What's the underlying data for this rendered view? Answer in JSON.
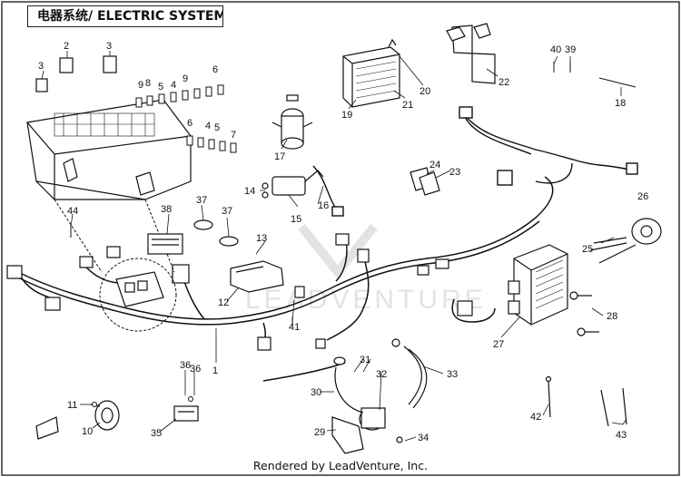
{
  "header": {
    "title": "电器系统/ ELECTRIC SYSTEM"
  },
  "footer": {
    "credit": "Rendered by LeadVenture, Inc."
  },
  "watermark": {
    "text": "LEADVENTURE"
  },
  "callouts": [
    "1",
    "2",
    "3",
    "3",
    "4",
    "4",
    "5",
    "5",
    "6",
    "6",
    "7",
    "8",
    "9",
    "9",
    "10",
    "11",
    "12",
    "13",
    "14",
    "15",
    "16",
    "17",
    "18",
    "19",
    "20",
    "21",
    "22",
    "23",
    "24",
    "25",
    "26",
    "27",
    "28",
    "29",
    "30",
    "31",
    "32",
    "33",
    "34",
    "35",
    "36",
    "36",
    "37",
    "37",
    "38",
    "39",
    "40",
    "41",
    "42",
    "43",
    "44"
  ]
}
